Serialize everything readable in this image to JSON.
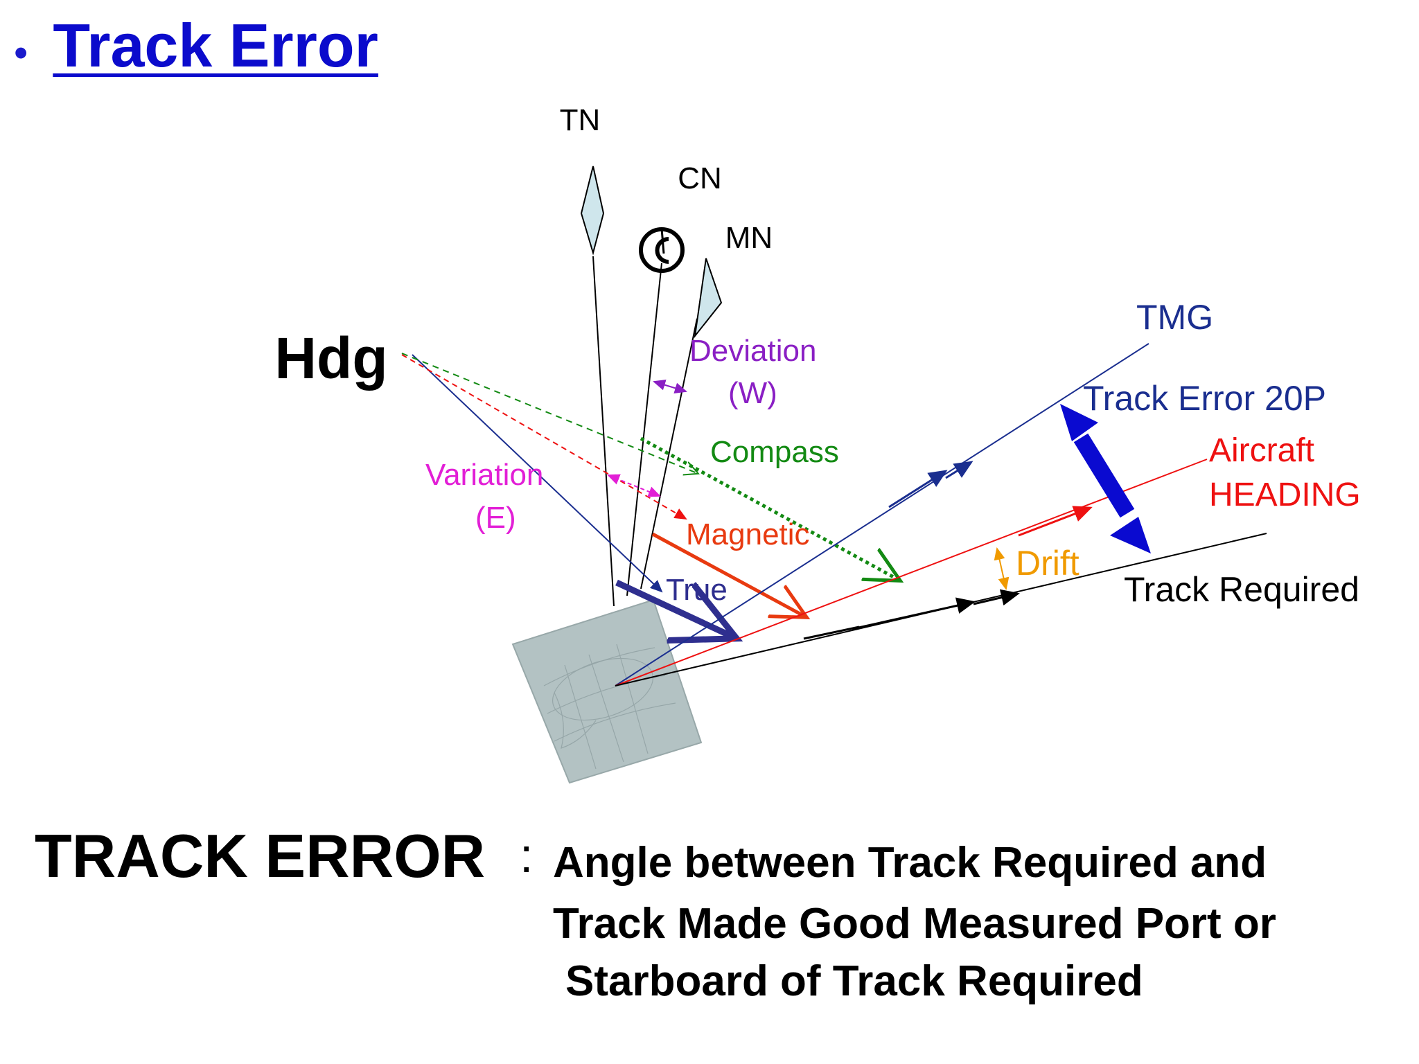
{
  "slide": {
    "bullet": "•",
    "title": "Track Error"
  },
  "diagram": {
    "labels": {
      "tn": "TN",
      "cn": "CN",
      "mn": "MN",
      "hdg": "Hdg",
      "deviation": "Deviation",
      "deviation_dir": "(W)",
      "compass": "Compass",
      "variation": "Variation",
      "variation_dir": "(E)",
      "magnetic": "Magnetic",
      "true": "True",
      "tmg": "TMG",
      "track_error_value": "Track Error 20P",
      "aircraft": "Aircraft",
      "heading": "HEADING",
      "drift": "Drift",
      "track_required": "Track Required",
      "compass_rose_letter": "C"
    },
    "colors": {
      "title": "#0b0bcc",
      "deviation": "#8a1fc4",
      "compass": "#138a13",
      "variation": "#e21fd6",
      "magnetic": "#e83a10",
      "true": "#2f2f8f",
      "tmg": "#1a2e8f",
      "aircraft_heading": "#ee1111",
      "drift": "#f09a00",
      "track_error_arrow": "#0a0ad0",
      "track_required": "#000000",
      "north_marker_fill": "#cfe6ec"
    }
  },
  "definition": {
    "term": "TRACK ERROR",
    "colon": ":",
    "lines": [
      "Angle between Track Required and",
      "Track Made Good Measured Port or",
      "Starboard of Track Required"
    ]
  }
}
